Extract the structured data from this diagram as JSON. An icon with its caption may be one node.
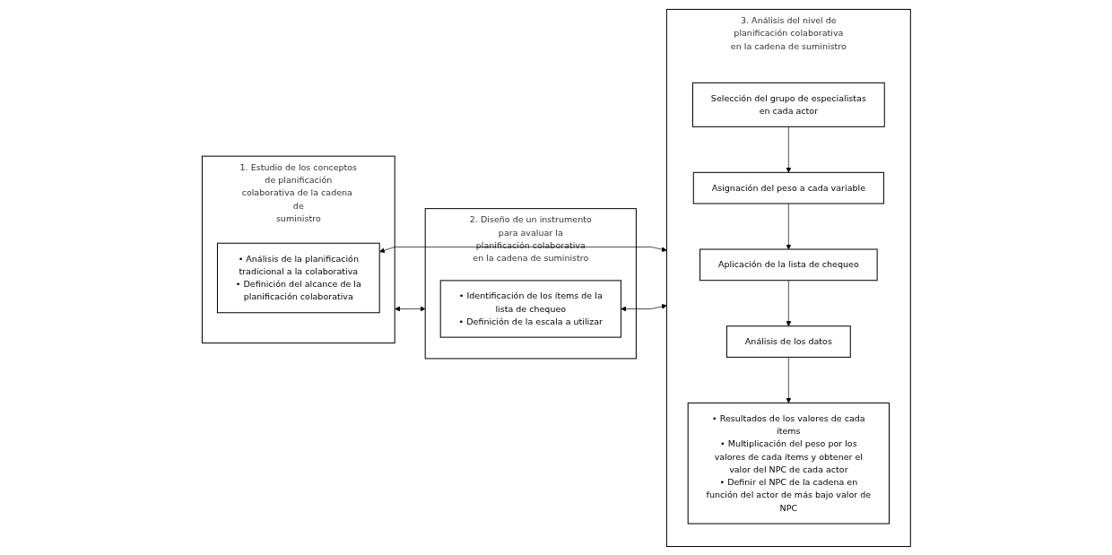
{
  "diagram": {
    "nodes": [
      {
        "text": [
          "1. Estudio de los conceptos de planificación colaborativa de la cadena de suministro"
        ]
      },
      {
        "text": [
          "• Análisis de la planificación tradicional a la colaborativa",
          "• Definición del alcance de la planificación colaborativa"
        ],
        "in": 0
      },
      {
        "text": [
          "2. Diseño de un instrumento para avaluar la planificación colaborativa en la cadena de suministro"
        ]
      },
      {
        "text": [
          "• Identificación de los ítems de la lista de chequeo",
          "• Definición de la escala a utilizar"
        ],
        "in": 2
      },
      {
        "text": [
          "3. Análisis del nivel de planificación colaborativa en la  cadena de suministro"
        ]
      },
      {
        "text": [
          "Selección del grupo de especialistas en cada actor"
        ],
        "in": 4
      },
      {
        "text": [
          "Asignación del peso a cada variable"
        ],
        "in": 4
      },
      {
        "text": [
          "Aplicación de la lista de chequeo"
        ],
        "in": 4
      },
      {
        "text": [
          "Análisis de los datos"
        ],
        "in": 4
      },
      {
        "text": [
          "• Resultados de los valores de cada ítems",
          "• Multiplicación del peso por los valores de cada ítems y obtener el valor del NPC de cada actor",
          "• Definir el NPC de la cadena en función del actor de más bajo valor de NPC"
        ],
        "in": 4
      }
    ],
    "edges": [
      {
        "from": 0,
        "to": 2,
        "arrow": "both"
      },
      {
        "from": 1,
        "to": 4,
        "arrow": "both"
      },
      {
        "from": 3,
        "to": 4,
        "arrow": "both"
      },
      {
        "from": 5,
        "to": 6,
        "arrow": "to"
      },
      {
        "from": 6,
        "to": 7,
        "arrow": "to"
      },
      {
        "from": 7,
        "to": 8,
        "arrow": "to"
      },
      {
        "from": 8,
        "to": 9,
        "arrow": "to"
      }
    ]
  }
}
